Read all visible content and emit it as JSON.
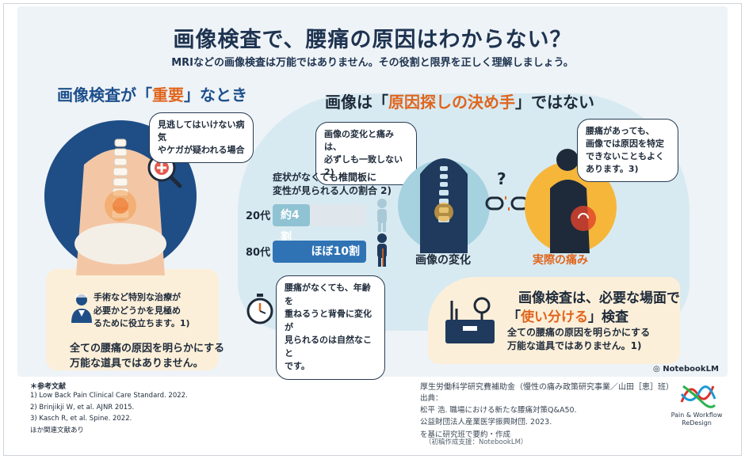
{
  "header": {
    "title": "画像検査で、腰痛の原因はわからない？",
    "subtitle": "MRIなどの画像検査は万能ではありません。その役割と限界を正しく理解しましょう。"
  },
  "left": {
    "title_pre": "画像検査が「",
    "title_hl": "重要",
    "title_post": "」なとき",
    "bubble_lines": [
      "見逃してはいけない病気",
      "やケガが疑われる場合"
    ],
    "note_lines": [
      "手術など特別な治療が",
      "必要かどうかを見極め",
      "るために役立ちます。1)"
    ],
    "bottom_lines": [
      "全ての腰痛の原因を明らかにする",
      "万能な道具ではありません。"
    ]
  },
  "center": {
    "title_pre": "画像は「",
    "title_hl": "原因探しの決め手",
    "title_post": "」ではない",
    "bubble_lines": [
      "画像の変化と痛みは、",
      "必ずしも一致しない 2)"
    ],
    "stat_lines": [
      "症状がなくても椎間板に",
      "変性が見られる人の割合 2)"
    ],
    "rows": [
      {
        "age": "20代",
        "value_label": "約4割",
        "share": 0.4
      },
      {
        "age": "80代",
        "value_label": "ほぼ10割",
        "share": 1.0
      }
    ],
    "note_lines": [
      "腰痛がなくても、年齢を",
      "重ねるうと背骨に変化が",
      "見られるのは自然なこと",
      "です。"
    ],
    "right_bubble_lines": [
      "腰痛があっても、",
      "画像では原因を特定",
      "できないこともよく",
      "あります。3)"
    ],
    "caption_image": "画像の変化",
    "caption_pain": "実際の痛み",
    "question_mark": "?"
  },
  "bottom_right": {
    "line1": "画像検査は、必要な場面で",
    "line2_pre": "「",
    "line2_hl": "使い分ける",
    "line2_post": "」検査",
    "text_lines": [
      "全ての腰痛の原因を明らかにする",
      "万能な道具ではありません。1)"
    ]
  },
  "brand": "NotebookLM",
  "references": {
    "head": "＊参考文献",
    "items": [
      "1) Low Back Pain Clinical Care Standard. 2022.",
      "2) Brinjikji W, et al. AJNR  2015.",
      "3) Kasch R, et al. Spine.  2022.",
      "ほか関連文献あり"
    ]
  },
  "footer": {
    "credit": "厚生労働科学研究費補助金（慢性の痛み政策研究事業／山田［恵］班）",
    "source_lines": [
      "出典：",
      "松平 浩. 職場における新たな腰痛対策Q&A50.",
      "公益財団法人産業医学振興財団. 2023.",
      "を基に研究班で要約・作成"
    ],
    "support": "（初稿作成支援：NotebookLM）",
    "logo_lines": [
      "Pain & Workflow",
      "ReDesign"
    ]
  },
  "colors": {
    "accent": "#e0651d",
    "navy": "#1d4f8c",
    "bar_20s": "#8fc3d3",
    "bar_80s": "#2f73b5"
  }
}
